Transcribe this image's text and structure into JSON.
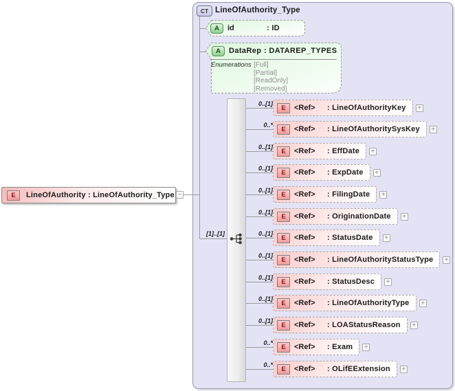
{
  "glyphs": {
    "expand": "+",
    "collapse": "−"
  },
  "colors": {
    "container_background": "#e3e3f5",
    "element_pink": "#f6baba",
    "attribute_green": "#ddf6dd",
    "badge_red_text": "#871616",
    "connector_gray": "#9b9b9b"
  },
  "root_element": {
    "badge": "E",
    "label": "LineOfAuthority : LineOfAuthority_Type"
  },
  "complex_type": {
    "badge": "CT",
    "title": "LineOfAuthority_Type",
    "attributes": [
      {
        "badge": "A",
        "name": "id",
        "type": ": ID"
      },
      {
        "badge": "A",
        "title": "DataRep : DATAREP_TYPES",
        "enumerations_label": "Enumerations",
        "enumerations": [
          "[Full]",
          "[Partial]",
          "[ReadOnly]",
          "[Removed]"
        ]
      }
    ],
    "sequence": {
      "cardinality": "[1]..[1]"
    },
    "elements": [
      {
        "cardinality": "0..[1]",
        "badge": "E",
        "ref": "<Ref>",
        "type": ": LineOfAuthorityKey"
      },
      {
        "cardinality": "0..*",
        "badge": "E",
        "ref": "<Ref>",
        "type": ": LineOfAuthoritySysKey"
      },
      {
        "cardinality": "0..[1]",
        "badge": "E",
        "ref": "<Ref>",
        "type": ": EffDate"
      },
      {
        "cardinality": "0..[1]",
        "badge": "E",
        "ref": "<Ref>",
        "type": ": ExpDate"
      },
      {
        "cardinality": "0..[1]",
        "badge": "E",
        "ref": "<Ref>",
        "type": ": FilingDate"
      },
      {
        "cardinality": "0..[1]",
        "badge": "E",
        "ref": "<Ref>",
        "type": ": OriginationDate"
      },
      {
        "cardinality": "0..[1]",
        "badge": "E",
        "ref": "<Ref>",
        "type": ": StatusDate"
      },
      {
        "cardinality": "0..[1]",
        "badge": "E",
        "ref": "<Ref>",
        "type": ": LineOfAuthorityStatusType"
      },
      {
        "cardinality": "0..[1]",
        "badge": "E",
        "ref": "<Ref>",
        "type": ": StatusDesc"
      },
      {
        "cardinality": "0..[1]",
        "badge": "E",
        "ref": "<Ref>",
        "type": ": LineOfAuthorityType"
      },
      {
        "cardinality": "0..[1]",
        "badge": "E",
        "ref": "<Ref>",
        "type": ": LOAStatusReason"
      },
      {
        "cardinality": "0..*",
        "badge": "E",
        "ref": "<Ref>",
        "type": ": Exam"
      },
      {
        "cardinality": "0..*",
        "badge": "E",
        "ref": "<Ref>",
        "type": ": OLifEExtension"
      }
    ]
  }
}
